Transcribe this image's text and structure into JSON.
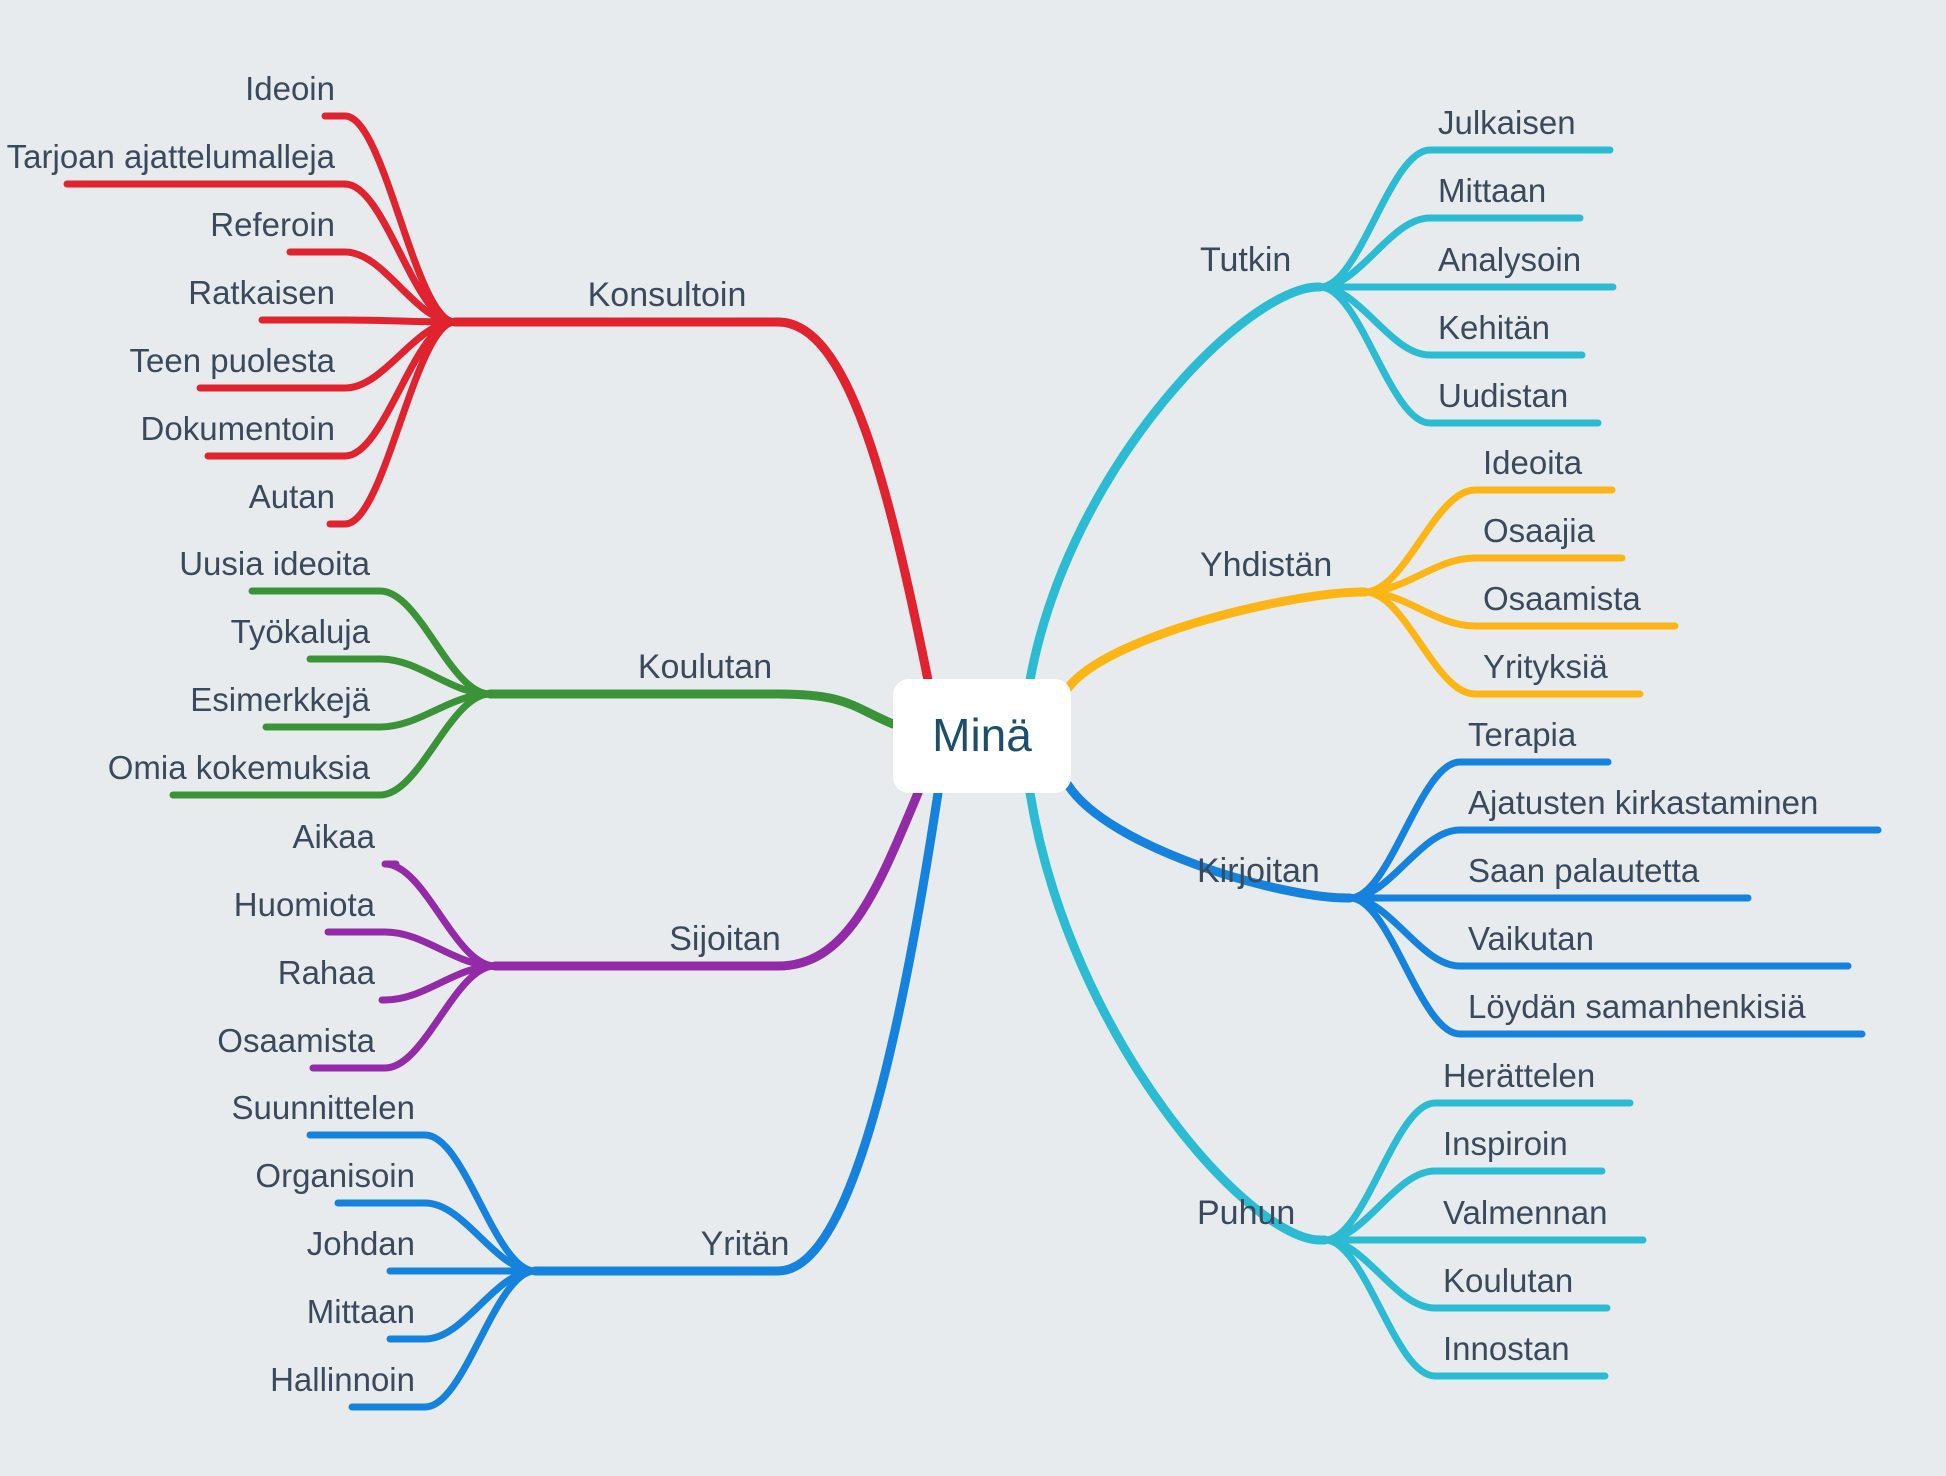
{
  "center": {
    "label": "Minä"
  },
  "colors": {
    "red": "#e0232e",
    "green": "#3a9437",
    "purple": "#932aa7",
    "blue": "#1582de",
    "cyan": "#2bbcd3",
    "yellow": "#fdb515",
    "background": "#e8ebee",
    "text": "#3a4a5c"
  },
  "branches": [
    {
      "id": "konsultoin",
      "label": "Konsultoin",
      "side": "left",
      "color": "#e0232e",
      "children": [
        "Ideoin",
        "Tarjoan ajattelumalleja",
        "Referoin",
        "Ratkaisen",
        "Teen puolesta",
        "Dokumentoin",
        "Autan"
      ]
    },
    {
      "id": "koulutan-left",
      "label": "Koulutan",
      "side": "left",
      "color": "#3a9437",
      "children": [
        "Uusia ideoita",
        "Työkaluja",
        "Esimerkkejä",
        "Omia kokemuksia"
      ]
    },
    {
      "id": "sijoitan",
      "label": "Sijoitan",
      "side": "left",
      "color": "#932aa7",
      "children": [
        "Aikaa",
        "Huomiota",
        "Rahaa",
        "Osaamista"
      ]
    },
    {
      "id": "yritan",
      "label": "Yritän",
      "side": "left",
      "color": "#1582de",
      "children": [
        "Suunnittelen",
        "Organisoin",
        "Johdan",
        "Mittaan",
        "Hallinnoin"
      ]
    },
    {
      "id": "tutkin",
      "label": "Tutkin",
      "side": "right",
      "color": "#2bbcd3",
      "children": [
        "Julkaisen",
        "Mittaan",
        "Analysoin",
        "Kehitän",
        "Uudistan"
      ]
    },
    {
      "id": "yhdistan",
      "label": "Yhdistän",
      "side": "right",
      "color": "#fdb515",
      "children": [
        "Ideoita",
        "Osaajia",
        "Osaamista",
        "Yrityksiä"
      ]
    },
    {
      "id": "kirjoitan",
      "label": "Kirjoitan",
      "side": "right",
      "color": "#1582de",
      "children": [
        "Terapia",
        "Ajatusten kirkastaminen",
        "Saan palautetta",
        "Vaikutan",
        "Löydän samanhenkisiä"
      ]
    },
    {
      "id": "puhun",
      "label": "Puhun",
      "side": "right",
      "color": "#2bbcd3",
      "children": [
        "Herättelen",
        "Inspiroin",
        "Valmennan",
        "Koulutan",
        "Innostan"
      ]
    }
  ]
}
